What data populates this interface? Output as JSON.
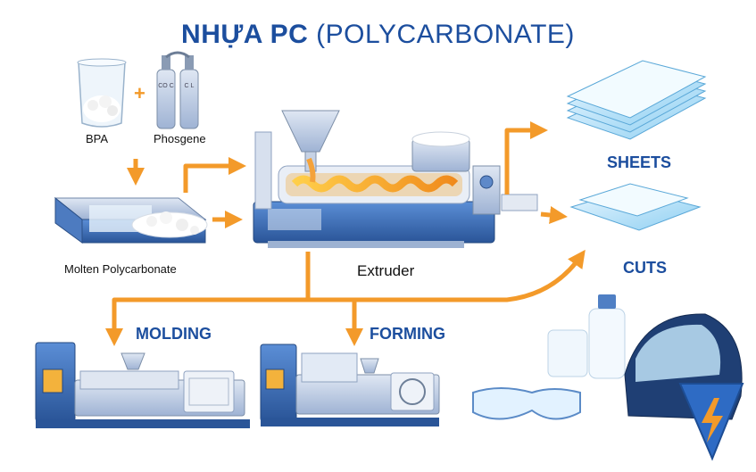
{
  "title": {
    "bold": "NHỰA PC",
    "light": " (POLYCARBONATE)"
  },
  "labels": {
    "bpa": "BPA",
    "phosgene": "Phosgene",
    "molten": "Molten Polycarbonate",
    "extruder": "Extruder",
    "sheets": "SHEETS",
    "cuts": "CUTS",
    "molding": "MOLDING",
    "forming": "FORMING"
  },
  "cylinder_labels": {
    "left": "CO C",
    "right": "C L"
  },
  "colors": {
    "arrow": "#f39a2a",
    "title": "#1c4e9e",
    "machine": "#3f6fb5",
    "logo": "#2e6bc4"
  }
}
